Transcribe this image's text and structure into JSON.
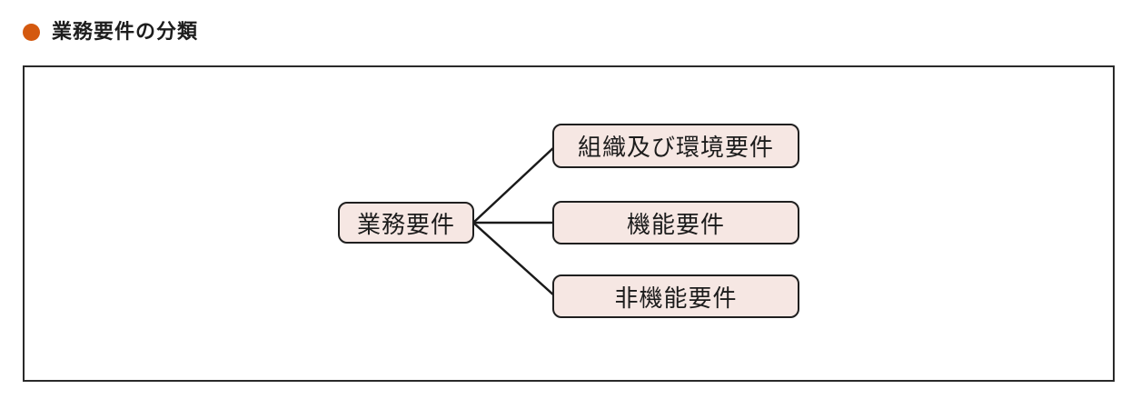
{
  "header": {
    "title": "業務要件の分類",
    "bullet_color": "#d4590f"
  },
  "diagram": {
    "box_fill": "#f6e7e3",
    "box_border": "#1f1f1f",
    "line_color": "#1a1a1a",
    "root": {
      "label": "業務要件"
    },
    "children": [
      {
        "label": "組織及び環境要件"
      },
      {
        "label": "機能要件"
      },
      {
        "label": "非機能要件"
      }
    ]
  }
}
